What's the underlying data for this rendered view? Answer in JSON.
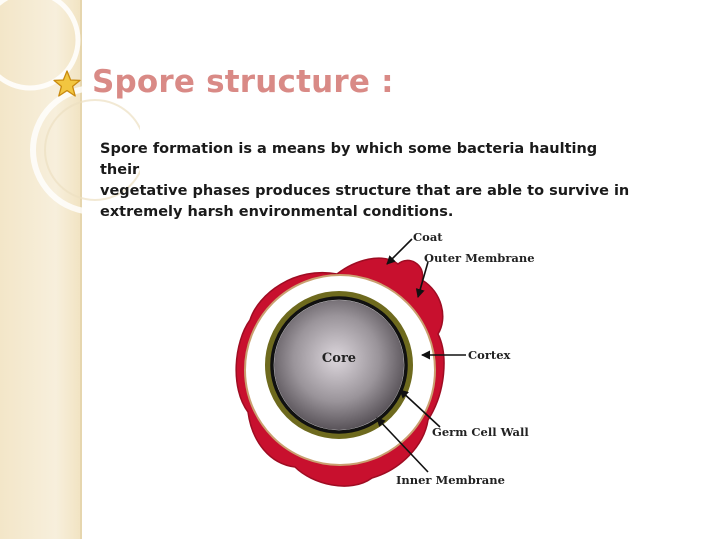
{
  "slide": {
    "title": "Spore structure :",
    "bullet_icon": "star-icon",
    "body": "Spore formation is a means by which some bacteria haulting their\nvegetative phases produces structure that  are able to survive in\nextremely harsh environmental conditions."
  },
  "colors": {
    "title": "#d98a86",
    "coat": "#c8102e",
    "core_center": "#d6d0d6",
    "core_edge": "#4a444a",
    "star": "#e8b020"
  },
  "diagram": {
    "labels": {
      "coat": "Coat",
      "outer_membrane": "Outer Membrane",
      "cortex": "Cortex",
      "core": "Core",
      "germ_cell_wall": "Germ Cell Wall",
      "inner_membrane": "Inner Membrane"
    }
  }
}
